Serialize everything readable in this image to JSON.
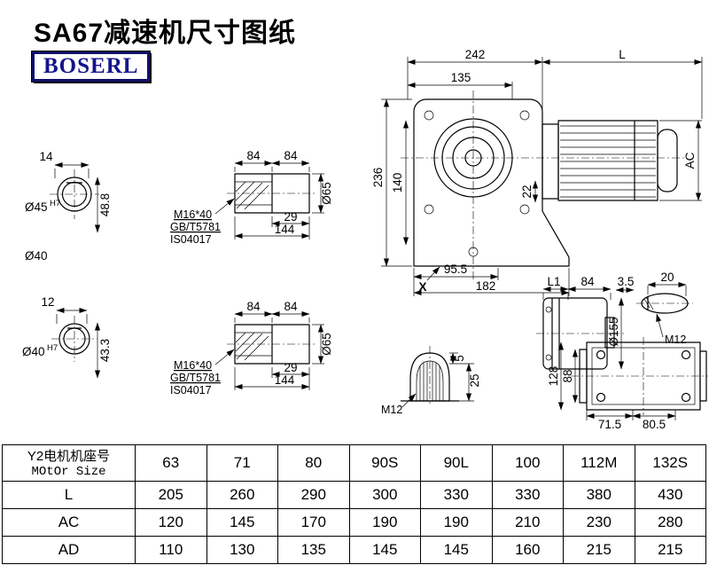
{
  "page": {
    "title": "SA67减速机尺寸图纸",
    "logo": "BOSERL"
  },
  "drawing": {
    "shaft45": {
      "width": "14",
      "dia": "Ø45",
      "tol": "H7",
      "height": "48.8"
    },
    "shaft_label": "Ø40",
    "shaft40": {
      "width": "12",
      "dia": "Ø40",
      "tol": "H7",
      "height": "43.3"
    },
    "detail": {
      "seg1": "84",
      "seg2": "84",
      "len1": "29",
      "len2": "144",
      "dia": "Ø65",
      "thread": "M16*40",
      "standard": "GB/T5781",
      "iso": "IS04017"
    },
    "front": {
      "width_total": "242",
      "motor_len": "L",
      "width_inner": "135",
      "height": "236",
      "height_center": "140",
      "motor_dia": "AC",
      "flange": "22",
      "foot1": "95.5",
      "foot2": "182",
      "mark": "X"
    },
    "side": {
      "l1": "L1",
      "width": "84",
      "gap": "3.5",
      "key": "20",
      "flange_dia": "Ø155",
      "thread": "M12"
    },
    "bottom": {
      "height": "128",
      "inner": "88",
      "foot1": "71.5",
      "foot2": "80.5"
    },
    "key_detail": {
      "depth": "5",
      "length": "25",
      "thread": "M12"
    }
  },
  "table": {
    "frame_label_cn": "Y2电机机座号",
    "frame_label_en": "MOtOr Size",
    "sizes": [
      "63",
      "71",
      "80",
      "90S",
      "90L",
      "100",
      "112M",
      "132S"
    ],
    "rows": [
      {
        "label": "L",
        "values": [
          "205",
          "260",
          "290",
          "300",
          "330",
          "330",
          "380",
          "430"
        ]
      },
      {
        "label": "AC",
        "values": [
          "120",
          "145",
          "170",
          "190",
          "190",
          "210",
          "230",
          "280"
        ]
      },
      {
        "label": "AD",
        "values": [
          "110",
          "130",
          "135",
          "145",
          "145",
          "160",
          "215",
          "215"
        ]
      }
    ]
  }
}
